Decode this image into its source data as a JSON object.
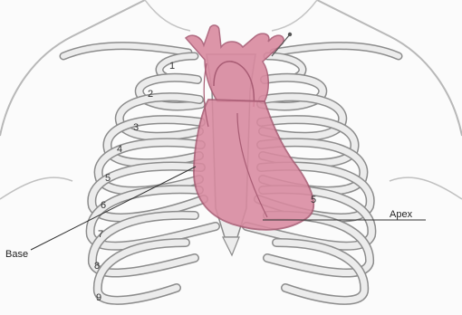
{
  "rib_labels": [
    "1",
    "2",
    "3",
    "4",
    "5",
    "6",
    "7",
    "8",
    "9"
  ],
  "right_rib_label": "5",
  "callouts": {
    "base": "Base",
    "apex": "Apex"
  },
  "colors": {
    "heart": "#d98aa0",
    "heart_outline": "#a85c74",
    "bone": "#ececec",
    "bone_outline": "#8c8c8c",
    "skin_outline": "#b8b8b8"
  }
}
